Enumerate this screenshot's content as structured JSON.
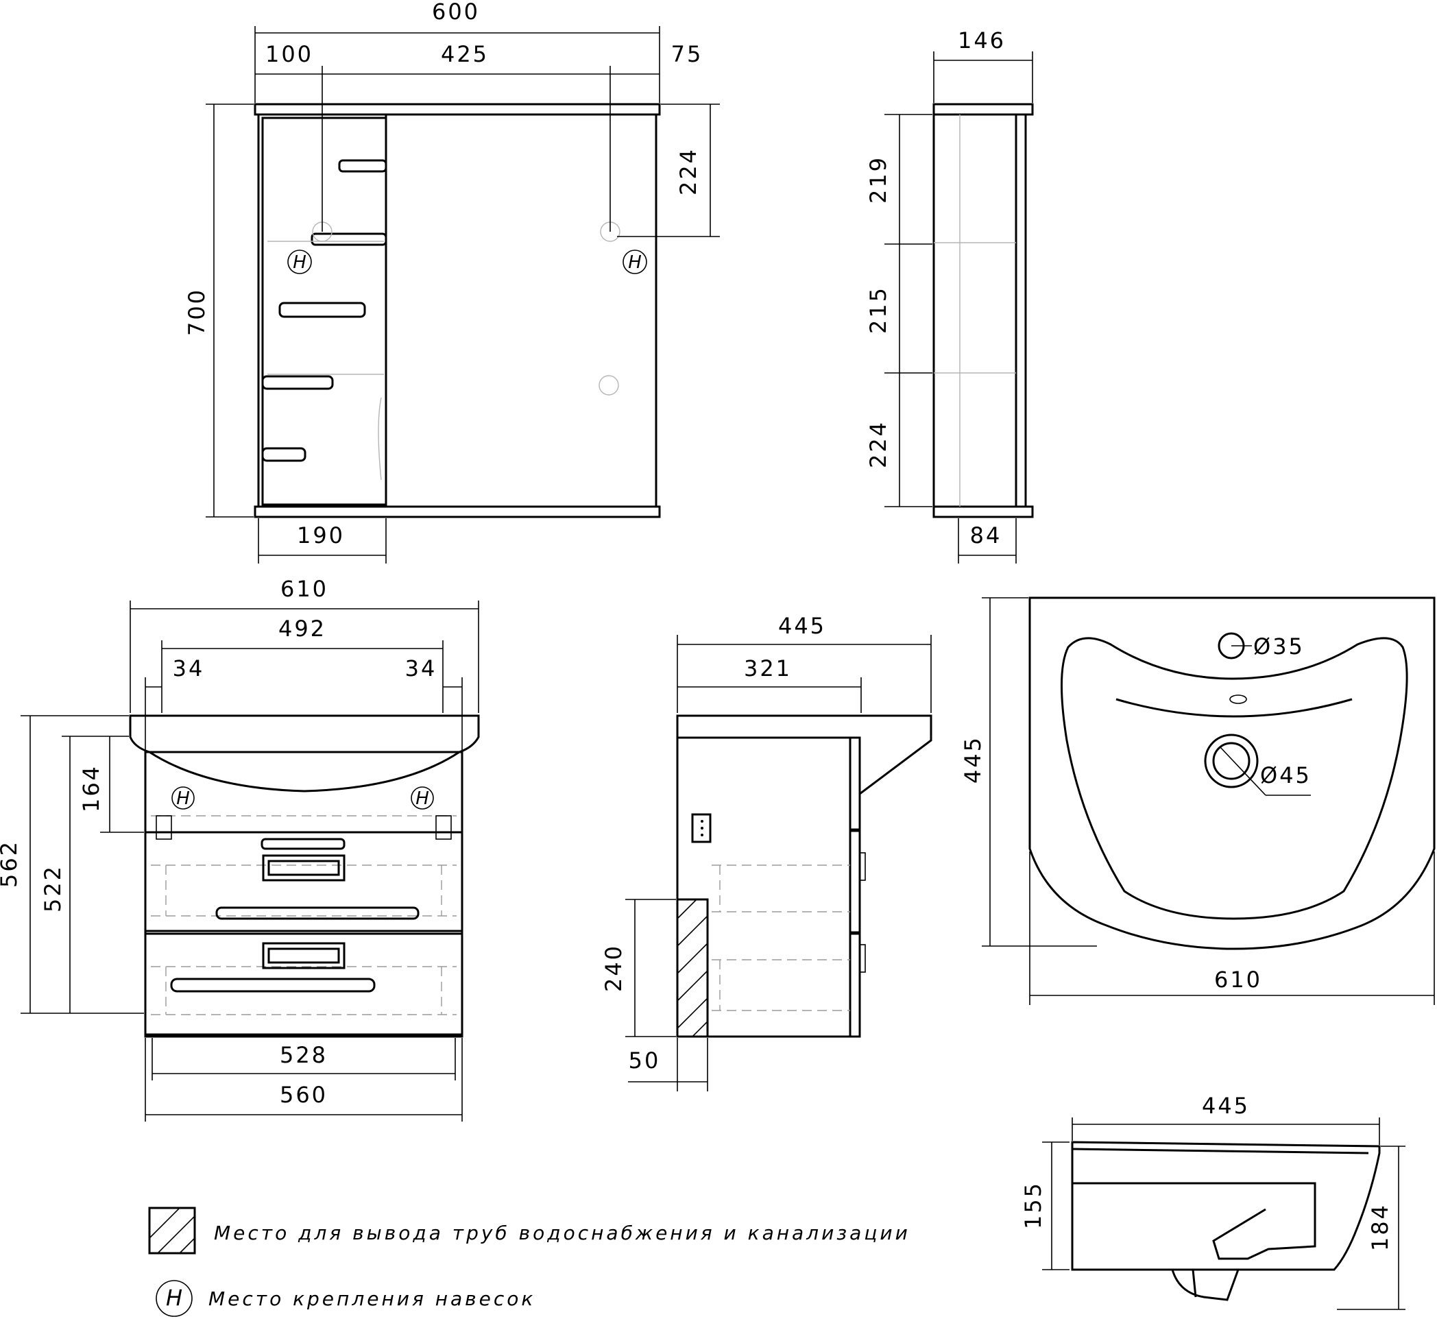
{
  "mirror_cabinet_front": {
    "overall_width": "600",
    "left_segment": "100",
    "middle_segment": "425",
    "right_segment": "75",
    "height": "700",
    "hook_offset": "224",
    "shelf_width": "190"
  },
  "mirror_cabinet_side": {
    "depth": "146",
    "section_top": "219",
    "section_middle": "215",
    "section_bottom": "224",
    "inner_depth": "84"
  },
  "vanity_front": {
    "overall_width": "610",
    "inner_width": "492",
    "left_inset": "34",
    "right_inset": "34",
    "total_height": "562",
    "body_height": "522",
    "top_section": "164",
    "base_inner_width": "528",
    "base_width": "560"
  },
  "vanity_side": {
    "depth": "445",
    "body_depth": "321",
    "pipe_zone_height": "240",
    "pipe_zone_width": "50"
  },
  "basin_top": {
    "depth": "445",
    "width": "610",
    "tap_hole": "Ø35",
    "drain_hole": "Ø45"
  },
  "basin_side": {
    "width": "445",
    "height_front": "155",
    "height_back": "184"
  },
  "mount_symbol": "H",
  "legend": {
    "pipes_text": "Место для вывода труб водоснабжения и канализации",
    "mount_text": "Место крепления навесок"
  }
}
